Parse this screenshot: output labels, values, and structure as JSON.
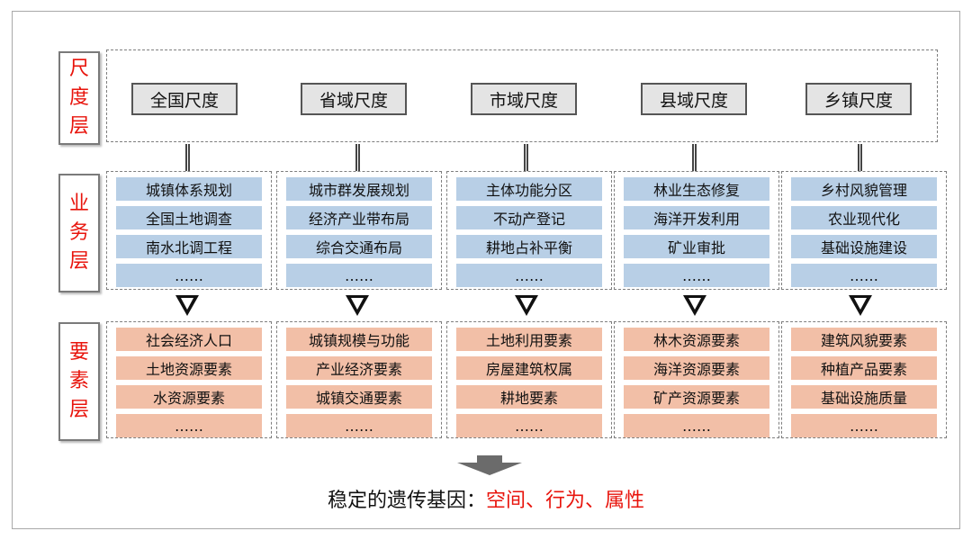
{
  "layers": {
    "scale": "尺度层",
    "business": "业务层",
    "element": "要素层"
  },
  "scales": [
    "全国尺度",
    "省域尺度",
    "市域尺度",
    "县域尺度",
    "乡镇尺度"
  ],
  "business": [
    [
      "城镇体系规划",
      "全国土地调查",
      "南水北调工程",
      "……"
    ],
    [
      "城市群发展规划",
      "经济产业带布局",
      "综合交通布局",
      "……"
    ],
    [
      "主体功能分区",
      "不动产登记",
      "耕地占补平衡",
      "……"
    ],
    [
      "林业生态修复",
      "海洋开发利用",
      "矿业审批",
      "……"
    ],
    [
      "乡村风貌管理",
      "农业现代化",
      "基础设施建设",
      "……"
    ]
  ],
  "elements": [
    [
      "社会经济人口",
      "土地资源要素",
      "水资源要素",
      "……"
    ],
    [
      "城镇规模与功能",
      "产业经济要素",
      "城镇交通要素",
      "……"
    ],
    [
      "土地利用要素",
      "房屋建筑权属",
      "耕地要素",
      "……"
    ],
    [
      "林木资源要素",
      "海洋资源要素",
      "矿产资源要素",
      "……"
    ],
    [
      "建筑风貌要素",
      "种植产品要素",
      "基础设施质量",
      "……"
    ]
  ],
  "conclusion": {
    "prefix": "稳定的遗传基因：",
    "space": "空间",
    "sep1": "、",
    "behavior": "行为",
    "sep2": "、",
    "attribute": "属性"
  },
  "colors": {
    "label_red": "#e8140c",
    "business_cell": "#b8cfe6",
    "element_cell": "#f2bfa7",
    "scale_box": "#e4e4e4"
  }
}
